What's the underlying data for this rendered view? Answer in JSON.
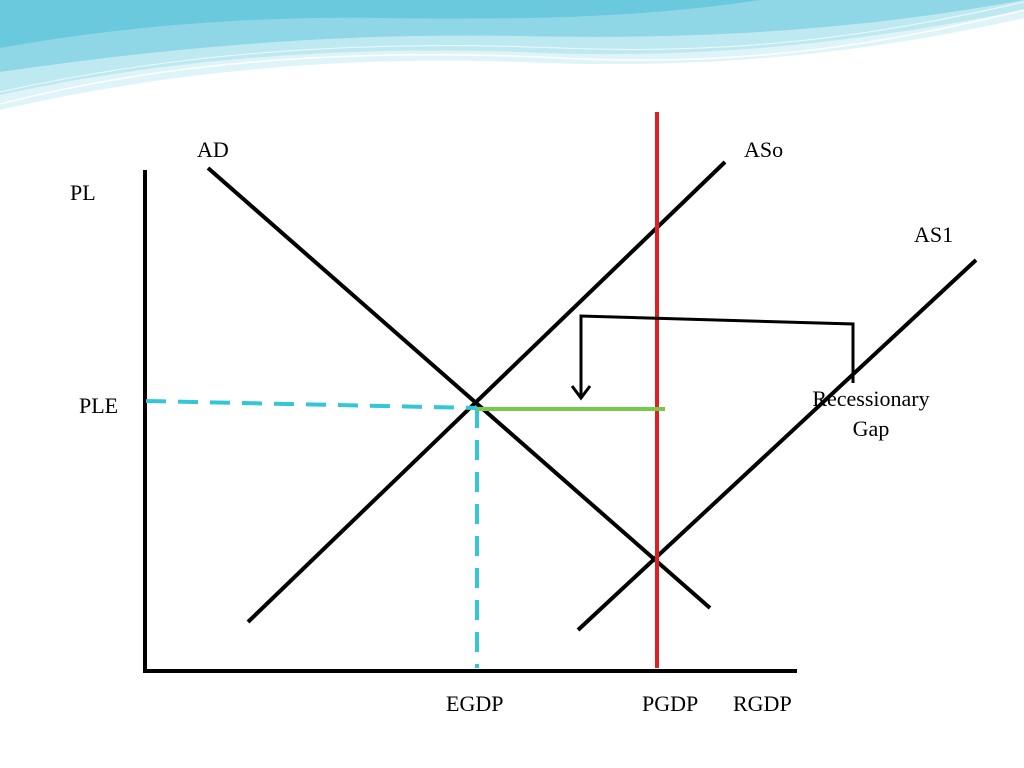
{
  "colors": {
    "background": "#ffffff",
    "curve": "#000000",
    "potential_line": "#e02020",
    "guide_dashes": "#33c6d6",
    "gap_segment": "#77c94a",
    "header_wave_light": "#bfe9f1",
    "header_wave_mid": "#8fd6e6",
    "header_wave_dark": "#4dbfd6"
  },
  "axes": {
    "y_label": "PL",
    "x_label": "RGDP"
  },
  "curves": {
    "ad": "AD",
    "as0": "ASo",
    "as1": "AS1"
  },
  "markers": {
    "price_level_eq": "PLE",
    "equilibrium_gdp": "EGDP",
    "potential_gdp": "PGDP"
  },
  "annotation": {
    "line1": "Recessionary",
    "line2": "Gap",
    "arrow_icon": "down-arrow-icon"
  }
}
